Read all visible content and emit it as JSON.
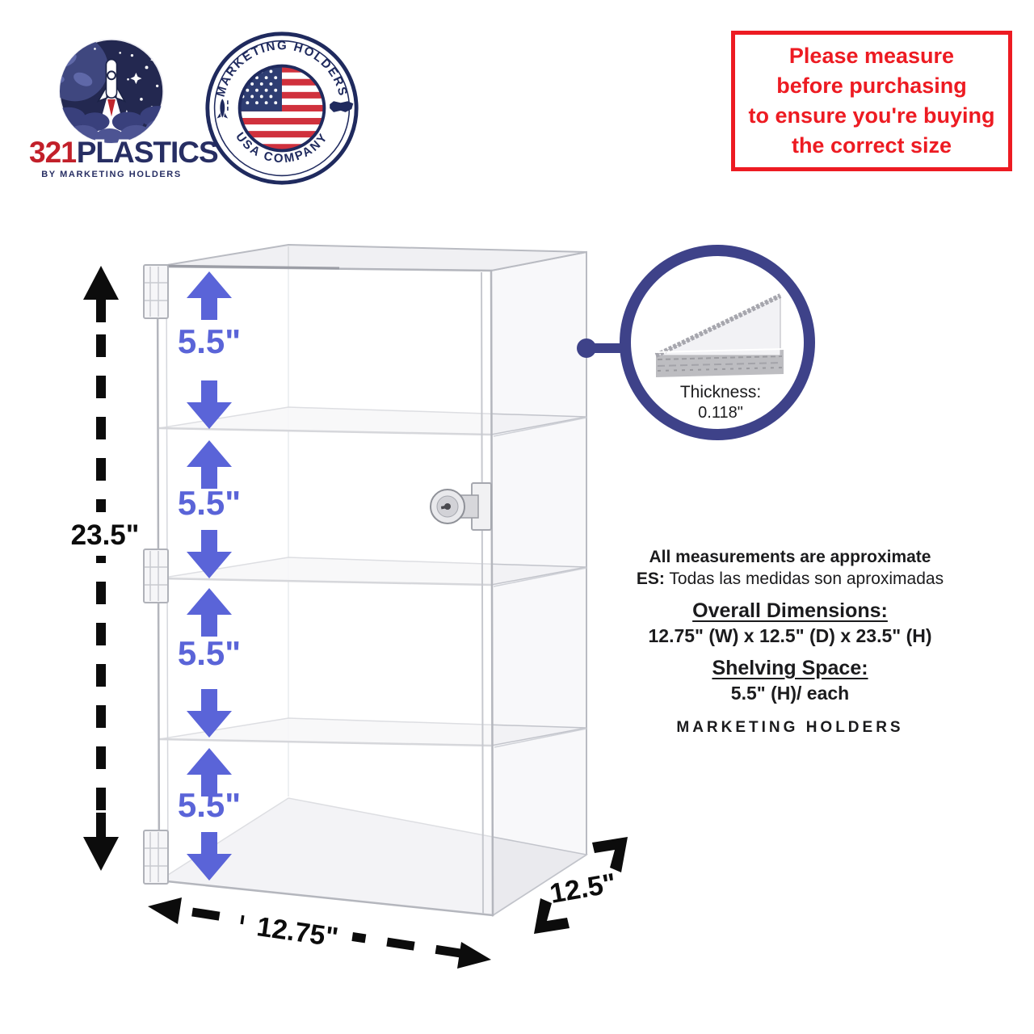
{
  "colors": {
    "arrow_blue": "#5a64d8",
    "callout_navy": "#3e4289",
    "warning_red": "#ed1b22",
    "logo_navy": "#232850",
    "logo_red": "#c2202a"
  },
  "logo321": {
    "number": "321",
    "word": "PLASTICS",
    "tagline": "BY MARKETING HOLDERS"
  },
  "badge": {
    "top": "MARKETING HOLDERS",
    "bottom": "USA COMPANY"
  },
  "warning": {
    "line1": "Please measure",
    "line2": "before purchasing",
    "line3": "to ensure you're buying",
    "line4": "the correct size"
  },
  "dims": {
    "height": "23.5\"",
    "width": "12.75\"",
    "depth": "12.5\"",
    "shelf": [
      "5.5\"",
      "5.5\"",
      "5.5\"",
      "5.5\""
    ]
  },
  "thickness": {
    "label": "Thickness:",
    "value": "0.118\""
  },
  "notes": {
    "approx_en": "All measurements are approximate",
    "es_prefix": "ES:",
    "approx_es": " Todas las medidas son aproximadas",
    "overall_heading": "Overall Dimensions:",
    "overall_value": "12.75\" (W) x 12.5\" (D) x 23.5\" (H)",
    "shelf_heading": "Shelving Space:",
    "shelf_value": "5.5\" (H)/ each",
    "brand": "MARKETING HOLDERS"
  }
}
